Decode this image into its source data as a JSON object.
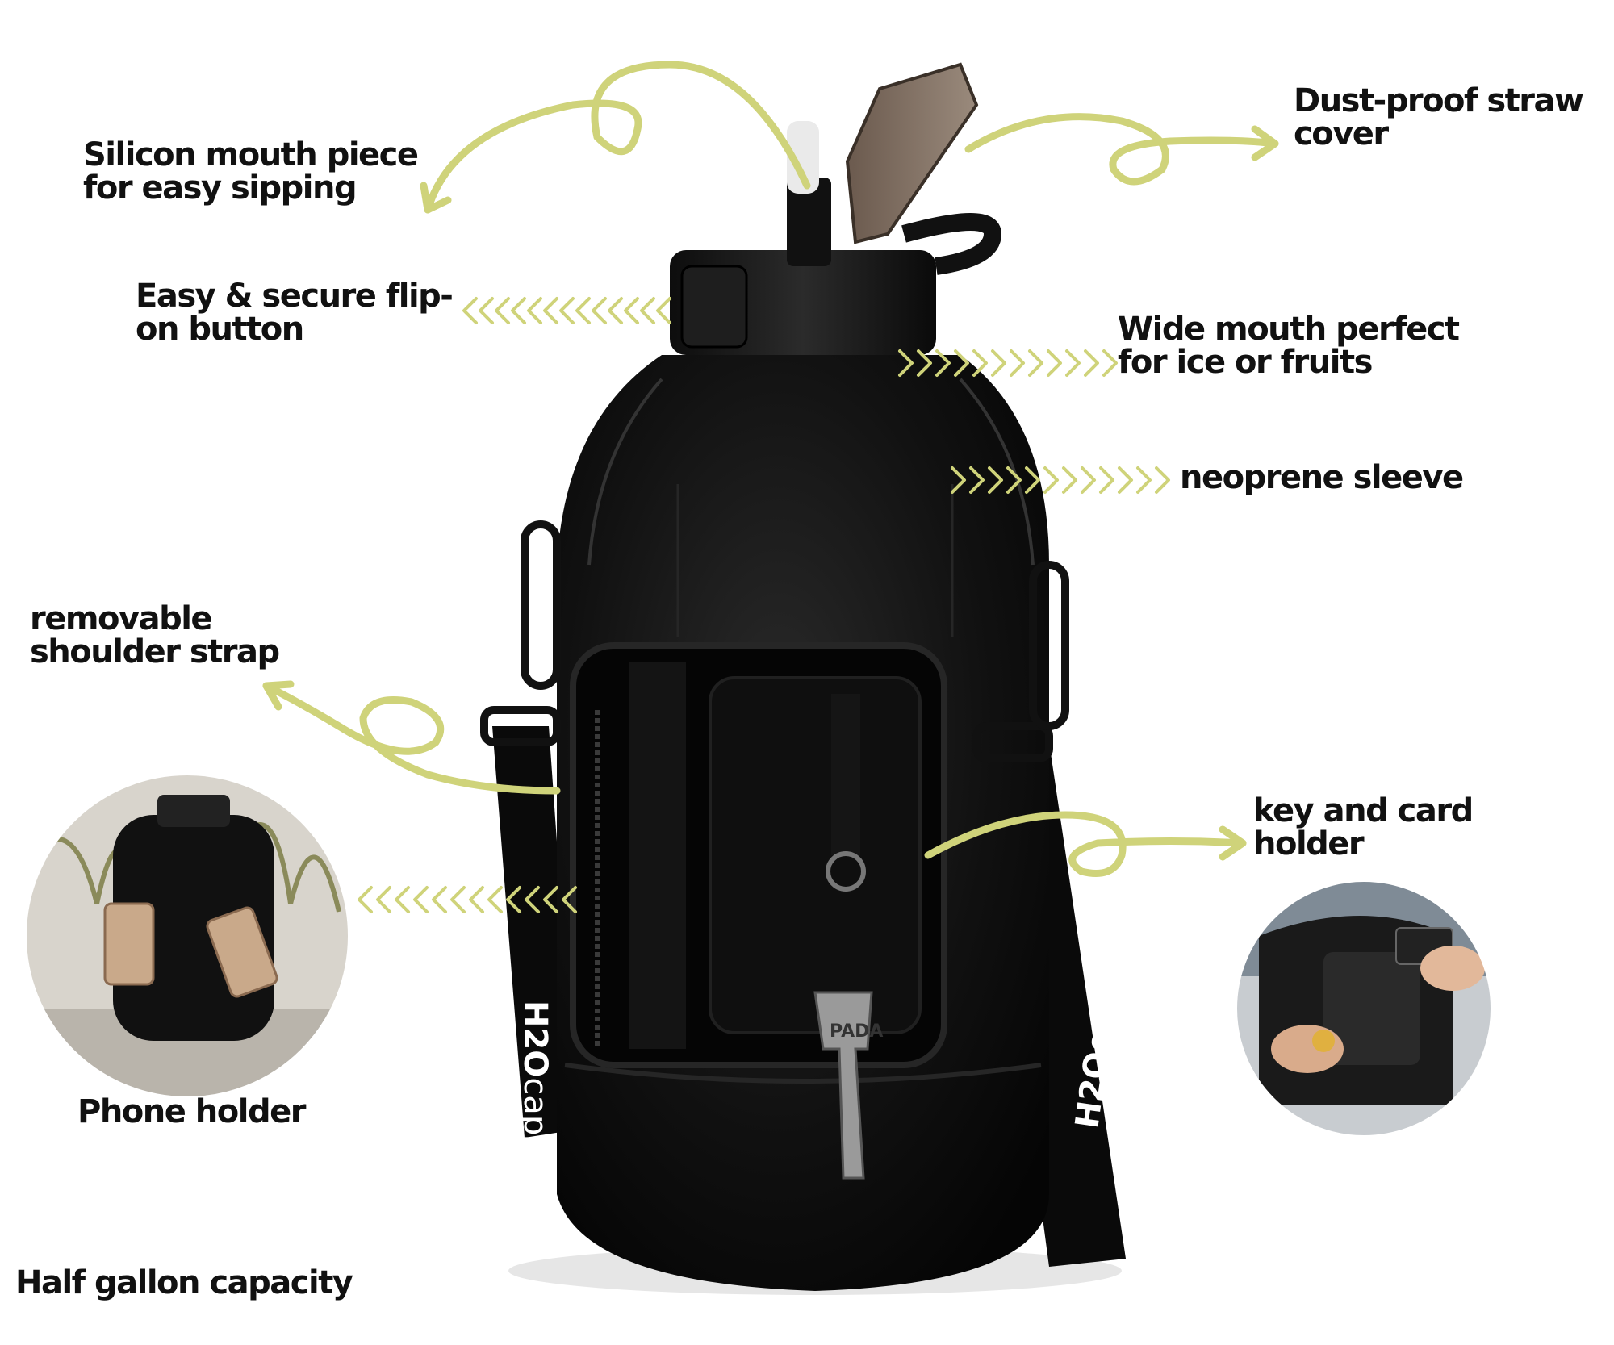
{
  "colors": {
    "accent": "#cfd37a",
    "text": "#111111",
    "product": "#0b0b0b",
    "background": "#ffffff"
  },
  "labels": {
    "silicon_mouth_piece": [
      "Silicon mouth piece",
      "for easy sipping"
    ],
    "dust_proof_cover": [
      "Dust-proof straw",
      "cover"
    ],
    "flip_on_button": [
      "Easy & secure flip-",
      "on button"
    ],
    "wide_mouth": [
      "Wide mouth perfect",
      "for ice or fruits"
    ],
    "neoprene_sleeve": [
      "neoprene sleeve"
    ],
    "shoulder_strap": [
      "removable",
      "shoulder strap"
    ],
    "key_card_holder": [
      "key and card",
      "holder"
    ],
    "phone_holder": [
      "Phone  holder"
    ],
    "capacity": [
      "Half gallon capacity"
    ]
  },
  "brand": {
    "logo": "H2O",
    "name": "capsule"
  },
  "key_tag": "PADA",
  "icons": [
    "curly-arrow-icon",
    "chevron-arrow-icon",
    "phone-photo-circle",
    "card-photo-circle"
  ]
}
